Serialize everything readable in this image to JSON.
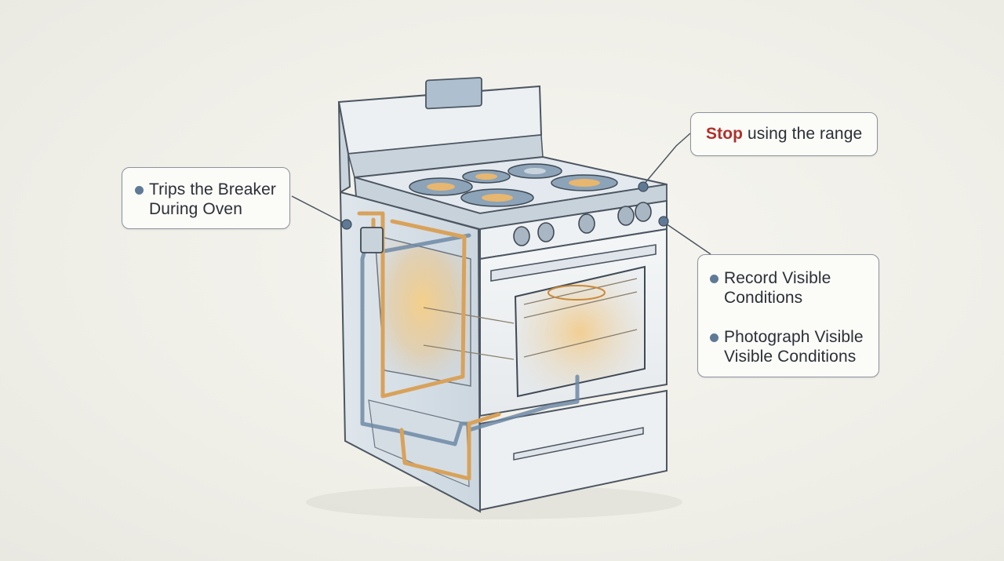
{
  "callouts": {
    "breaker": {
      "lines": [
        "Trips the Breaker",
        "During Oven"
      ]
    },
    "stop": {
      "emphasis": "Stop",
      "rest": " using the range"
    },
    "record": {
      "items": [
        {
          "lines": [
            "Record Visible",
            "Conditions"
          ]
        },
        {
          "lines": [
            "Photograph Visible",
            "Visible Conditions"
          ]
        }
      ]
    }
  },
  "colors": {
    "accent_red": "#b0302a",
    "bullet": "#5f7a96",
    "wire_orange": "#d9a25a",
    "wire_blue": "#6f8aa6",
    "oven_glow": "#f3c677"
  },
  "icons": {
    "bullet": "filled-circle",
    "illustration": "gas-range-oven-cutaway"
  }
}
